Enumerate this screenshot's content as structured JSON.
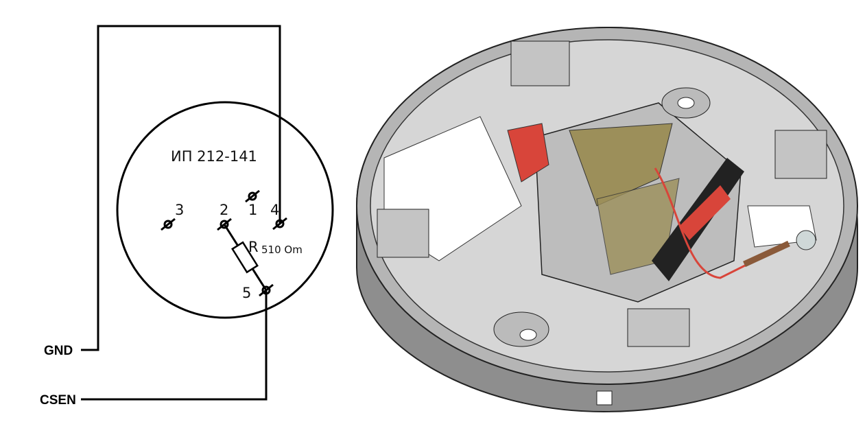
{
  "schematic": {
    "device_label": "ИП 212-141",
    "terminals": [
      "1",
      "2",
      "3",
      "4",
      "5"
    ],
    "resistor": {
      "name": "R",
      "value": "510 Om"
    },
    "wires": {
      "gnd": "GND",
      "csen": "CSEN"
    }
  },
  "render": {
    "colors": {
      "body": "#9a9a9a",
      "light": "#c8c8c8",
      "red": "#d8453a",
      "brass": "#9c8f5a",
      "black": "#222222"
    }
  }
}
